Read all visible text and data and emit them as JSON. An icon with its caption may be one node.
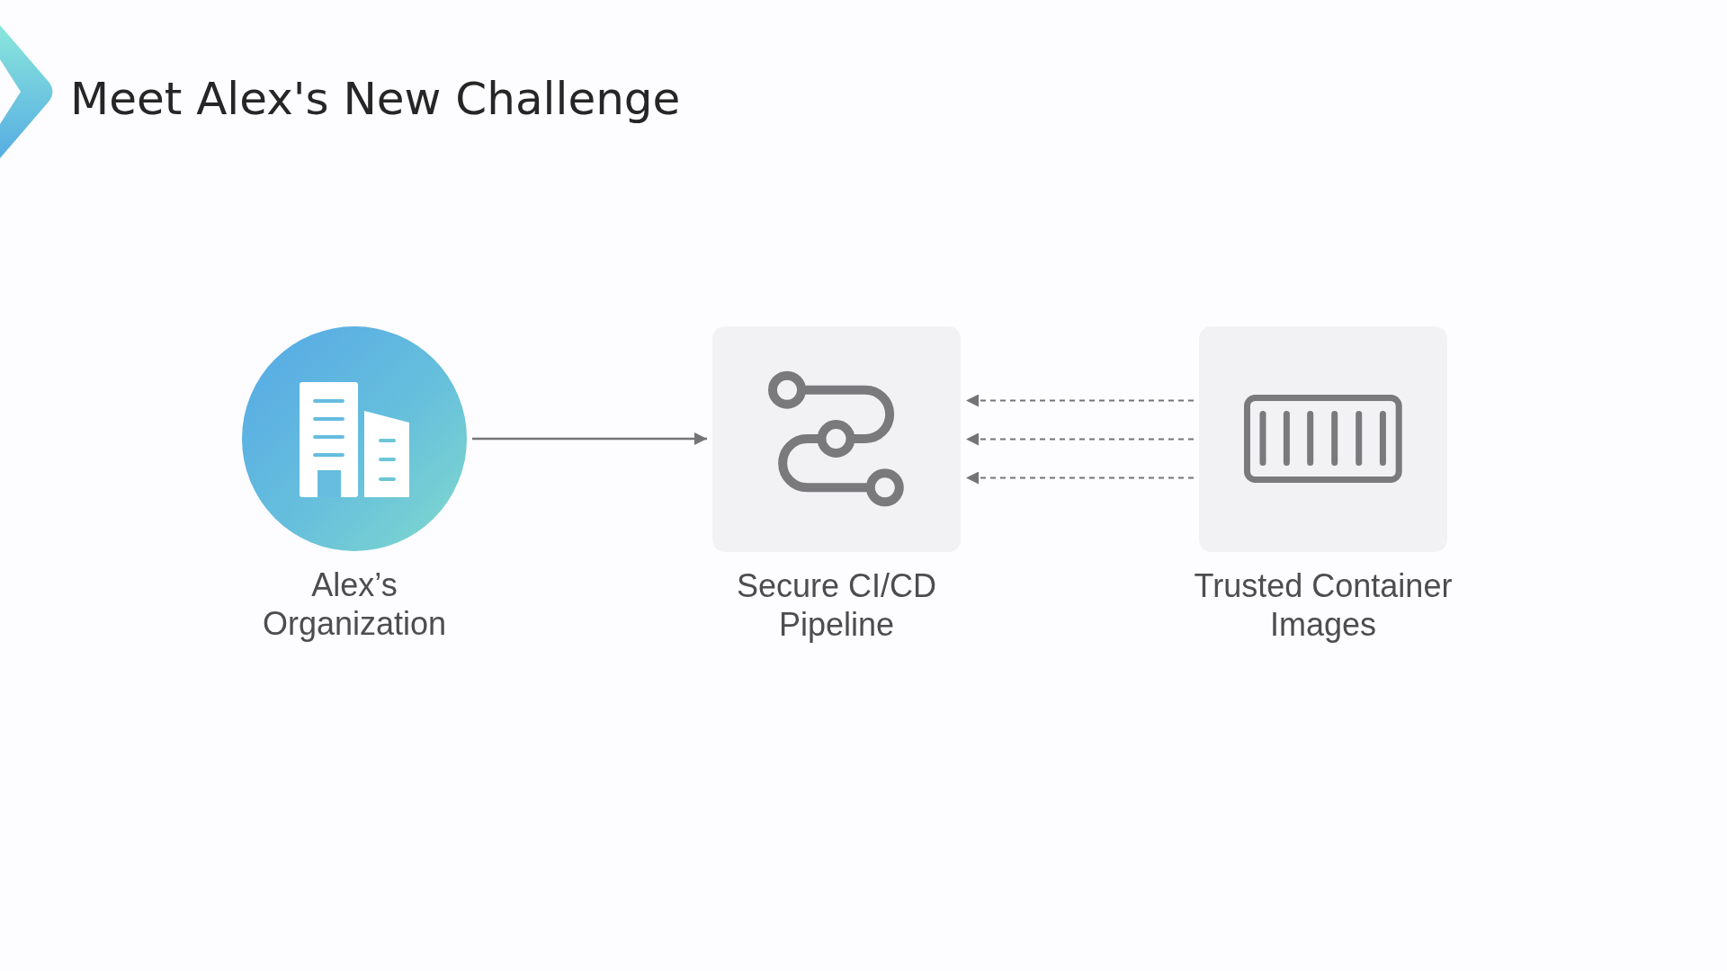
{
  "diagram": {
    "title": "Meet Alex's New Challenge",
    "nodes": [
      {
        "text": [
          "Alex’s Organization"
        ]
      },
      {
        "text": [
          "Secure CI/CD Pipeline"
        ]
      },
      {
        "text": [
          "Trusted Container Images"
        ]
      }
    ],
    "edges": [
      {
        "from": 0,
        "to": 1,
        "arrow": "to"
      },
      {
        "from": 2,
        "to": 1,
        "arrow": "to",
        "style": "dashed"
      },
      {
        "from": 2,
        "to": 1,
        "arrow": "to",
        "style": "dashed"
      },
      {
        "from": 2,
        "to": 1,
        "arrow": "to",
        "style": "dashed"
      }
    ]
  }
}
